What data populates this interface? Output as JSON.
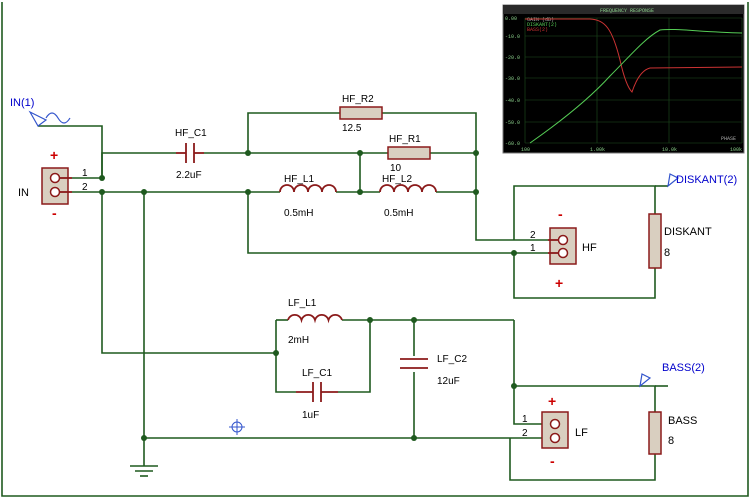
{
  "colors": {
    "wire": "#1f5a1f",
    "component": "#8b1a1a",
    "terminal_label": "#0000cc",
    "sign": "#cc0000",
    "graph_bg": "#000000",
    "graph_grid": "#1f4f1f",
    "gain_trace": "#cc3333",
    "diskant_trace": "#55cc55"
  },
  "terminals": {
    "input": "IN(1)",
    "diskant": "DISKANT(2)",
    "bass": "BASS(2)"
  },
  "connectors": {
    "in": {
      "name": "IN",
      "pin1": "1",
      "pin2": "2",
      "plus": "+",
      "minus": "-"
    },
    "hf": {
      "name": "HF",
      "pin1": "1",
      "pin2": "2",
      "plus": "+",
      "minus": "-"
    },
    "lf": {
      "name": "LF",
      "pin1": "1",
      "pin2": "2",
      "plus": "+",
      "minus": "-"
    }
  },
  "components": {
    "hf_c1": {
      "name": "HF_C1",
      "value": "2.2uF"
    },
    "hf_r2": {
      "name": "HF_R2",
      "value": "12.5"
    },
    "hf_r1": {
      "name": "HF_R1",
      "value": "10"
    },
    "hf_l1": {
      "name": "HF_L1",
      "value": "0.5mH"
    },
    "hf_l2": {
      "name": "HF_L2",
      "value": "0.5mH"
    },
    "lf_l1": {
      "name": "LF_L1",
      "value": "2mH"
    },
    "lf_c1": {
      "name": "LF_C1",
      "value": "1uF"
    },
    "lf_c2": {
      "name": "LF_C2",
      "value": "12uF"
    },
    "diskant": {
      "name": "DISKANT",
      "value": "8"
    },
    "bass": {
      "name": "BASS",
      "value": "8"
    }
  },
  "graph": {
    "title": "FREQUENCY RESPONSE",
    "legend": [
      "GAIN (dB)",
      "DISKANT(2)",
      "BASS(2)"
    ],
    "y_ticks": [
      "0.00",
      "-10.0",
      "-20.0",
      "-30.0",
      "-40.0",
      "-50.0",
      "-60.0"
    ],
    "x_ticks": [
      "100",
      "1.00k",
      "10.0k",
      "100k"
    ],
    "phase_label": "PHASE"
  }
}
